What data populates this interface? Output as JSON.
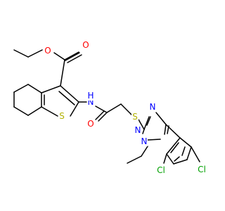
{
  "colors": {
    "O": "#ff0000",
    "N": "#0000ff",
    "S": "#b2b200",
    "Cl": "#00a000",
    "C": "#000000"
  },
  "atoms": [
    {
      "id": "O1",
      "label": "O",
      "element": "O"
    },
    {
      "id": "O2",
      "label": "O",
      "element": "O"
    },
    {
      "id": "S1",
      "label": "S",
      "element": "S"
    },
    {
      "id": "N1",
      "label": "N",
      "element": "N"
    },
    {
      "id": "H1",
      "label": "H",
      "element": "N"
    },
    {
      "id": "O3",
      "label": "O",
      "element": "O"
    },
    {
      "id": "S2",
      "label": "S",
      "element": "S"
    },
    {
      "id": "N2",
      "label": "N",
      "element": "N"
    },
    {
      "id": "N3",
      "label": "N",
      "element": "N"
    },
    {
      "id": "N4",
      "label": "N",
      "element": "N"
    },
    {
      "id": "Cl1",
      "label": "Cl",
      "element": "Cl"
    },
    {
      "id": "Cl2",
      "label": "Cl",
      "element": "Cl"
    }
  ]
}
